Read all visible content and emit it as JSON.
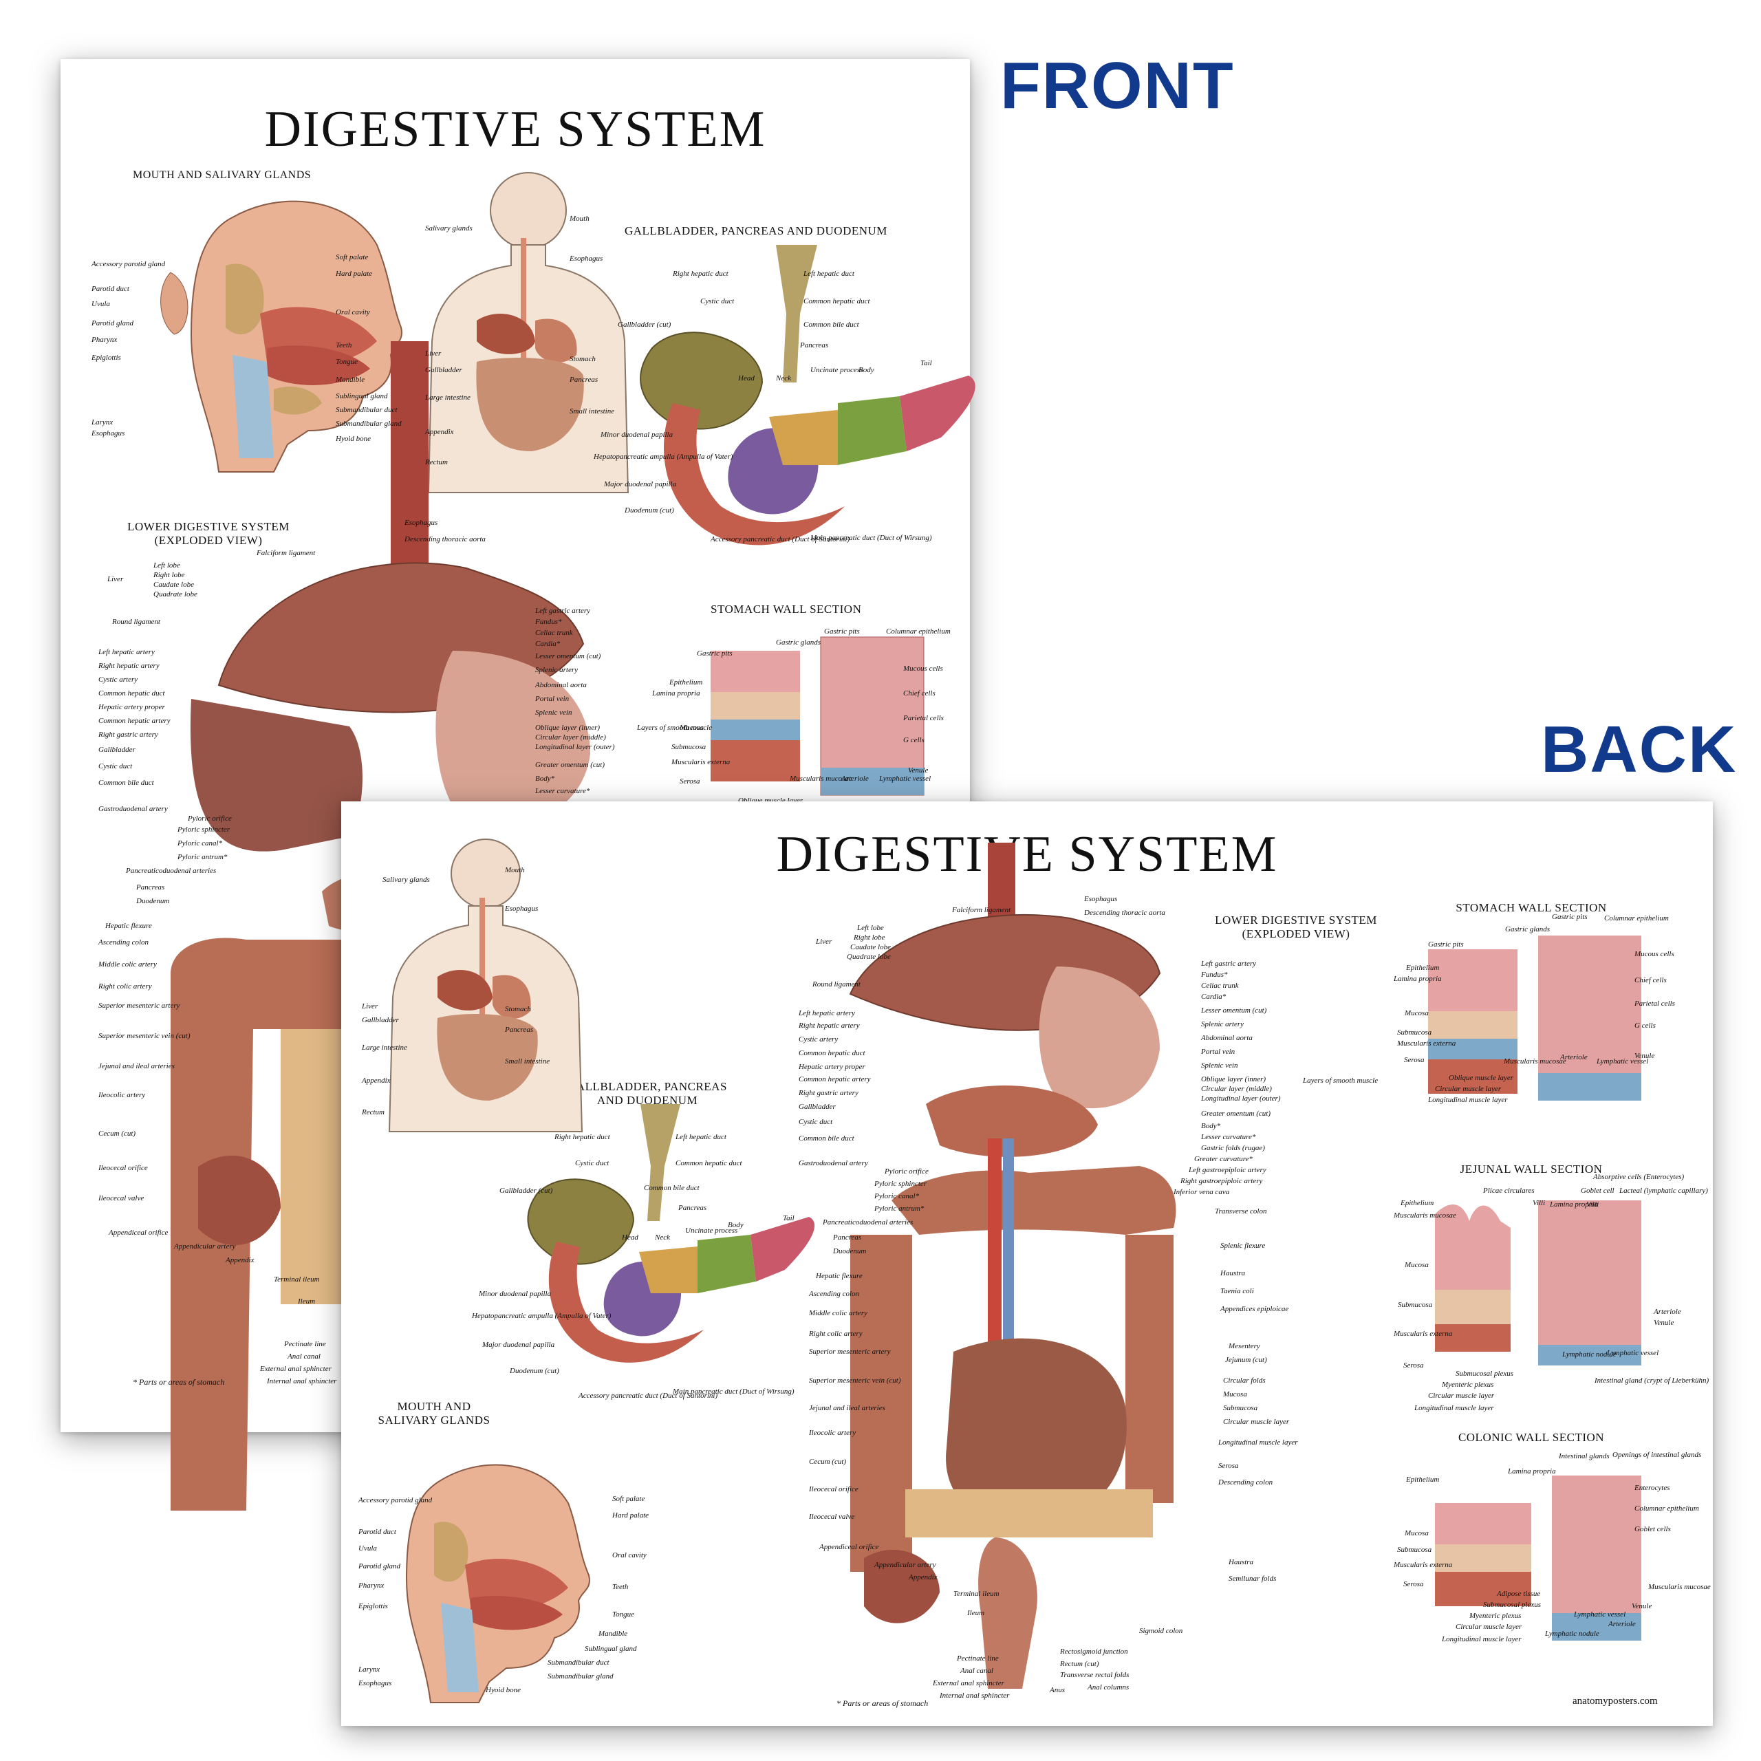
{
  "labels": {
    "front": "FRONT",
    "back": "BACK"
  },
  "front": {
    "title": "DIGESTIVE SYSTEM",
    "sections": {
      "mouth": "MOUTH AND SALIVARY GLANDS",
      "gallbladder": "GALLBLADDER, PANCREAS AND DUODENUM",
      "lower": "LOWER DIGESTIVE SYSTEM",
      "lower_sub": "(EXPLODED VIEW)",
      "stomach": "STOMACH WALL SECTION"
    },
    "mouth_left": [
      "Accessory parotid gland",
      "Parotid duct",
      "Uvula",
      "Parotid gland",
      "Pharynx",
      "Epiglottis",
      "Larynx",
      "Esophagus"
    ],
    "mouth_right": [
      "Soft palate",
      "Hard palate",
      "Oral cavity",
      "Teeth",
      "Tongue",
      "Mandible",
      "Sublingual gland",
      "Submandibular duct",
      "Submandibular gland",
      "Hyoid bone"
    ],
    "body_left": [
      "Salivary glands",
      "Liver",
      "Gallbladder",
      "Large intestine",
      "Appendix",
      "Rectum"
    ],
    "body_right": [
      "Mouth",
      "Esophagus",
      "Stomach",
      "Pancreas",
      "Small intestine"
    ],
    "gb_labels": [
      "Right hepatic duct",
      "Left hepatic duct",
      "Cystic duct",
      "Common hepatic duct",
      "Gallbladder (cut)",
      "Common bile duct",
      "Pancreas",
      "Head",
      "Neck",
      "Uncinate process",
      "Body",
      "Tail",
      "Minor duodenal papilla",
      "Hepatopancreatic ampulla (Ampulla of Vater)",
      "Major duodenal papilla",
      "Duodenum (cut)",
      "Accessory pancreatic duct (Duct of Santorini)",
      "Main pancreatic duct (Duct of Wirsung)"
    ],
    "lower_left": [
      "Left lobe",
      "Right lobe",
      "Caudate lobe",
      "Quadrate lobe",
      "Liver",
      "Falciform ligament",
      "Round ligament",
      "Left hepatic artery",
      "Right hepatic artery",
      "Cystic artery",
      "Common hepatic duct",
      "Hepatic artery proper",
      "Common hepatic artery",
      "Right gastric artery",
      "Gallbladder",
      "Cystic duct",
      "Common bile duct",
      "Gastroduodenal artery",
      "Pyloric orifice",
      "Pyloric sphincter",
      "Pyloric canal*",
      "Pyloric antrum*",
      "Pancreaticoduodenal arteries",
      "Pancreas",
      "Duodenum",
      "Hepatic flexure",
      "Ascending colon",
      "Middle colic artery",
      "Right colic artery",
      "Superior mesenteric artery",
      "Superior mesenteric vein (cut)",
      "Jejunal and ileal arteries",
      "Ileocolic artery",
      "Cecum (cut)",
      "Ileocecal orifice",
      "Ileocecal valve",
      "Appendiceal orifice",
      "Appendicular artery",
      "Appendix",
      "Terminal ileum",
      "Ileum",
      "Pectinate line",
      "Anal canal",
      "External anal sphincter",
      "Internal anal sphincter"
    ],
    "lower_right": [
      "Esophagus",
      "Descending thoracic aorta",
      "Left gastric artery",
      "Fundus*",
      "Celiac trunk",
      "Cardia*",
      "Lesser omentum (cut)",
      "Splenic artery",
      "Abdominal aorta",
      "Portal vein",
      "Splenic vein",
      "Oblique layer (inner)",
      "Circular layer (middle)",
      "Longitudinal layer (outer)",
      "Layers of smooth muscle",
      "Greater omentum (cut)",
      "Body*",
      "Lesser curvature*"
    ],
    "stomach_labels": [
      "Gastric pits",
      "Columnar epithelium",
      "Gastric glands",
      "Gastric pits",
      "Epithelium",
      "Lamina propria",
      "Mucous cells",
      "Chief cells",
      "Parietal cells",
      "G cells",
      "Mucosa",
      "Submucosa",
      "Muscularis externa",
      "Serosa",
      "Muscularis mucosae",
      "Arteriole",
      "Venule",
      "Lymphatic vessel",
      "Oblique muscle layer"
    ],
    "footnote": "* Parts or areas of stomach"
  },
  "back": {
    "title": "DIGESTIVE SYSTEM",
    "sections": {
      "lower": "LOWER DIGESTIVE SYSTEM",
      "lower_sub": "(EXPLODED VIEW)",
      "gallbladder": "GALLBLADDER, PANCREAS",
      "gallbladder_sub": "AND DUODENUM",
      "mouth": "MOUTH AND",
      "mouth_sub": "SALIVARY GLANDS",
      "stomach": "STOMACH WALL SECTION",
      "jejunal": "JEJUNAL WALL SECTION",
      "colonic": "COLONIC WALL SECTION"
    },
    "body_left": [
      "Salivary glands",
      "Liver",
      "Gallbladder",
      "Large intestine",
      "Appendix",
      "Rectum"
    ],
    "body_right": [
      "Mouth",
      "Esophagus",
      "Stomach",
      "Pancreas",
      "Small intestine"
    ],
    "gb_labels": [
      "Right hepatic duct",
      "Left hepatic duct",
      "Cystic duct",
      "Common hepatic duct",
      "Gallbladder (cut)",
      "Common bile duct",
      "Pancreas",
      "Head",
      "Neck",
      "Uncinate process",
      "Body",
      "Tail",
      "Minor duodenal papilla",
      "Hepatopancreatic ampulla (Ampulla of Vater)",
      "Major duodenal papilla",
      "Duodenum (cut)",
      "Accessory pancreatic duct (Duct of Santorini)",
      "Main pancreatic duct (Duct of Wirsung)"
    ],
    "mouth_left": [
      "Accessory parotid gland",
      "Parotid duct",
      "Uvula",
      "Parotid gland",
      "Pharynx",
      "Epiglottis",
      "Larynx",
      "Esophagus"
    ],
    "mouth_right": [
      "Soft palate",
      "Hard palate",
      "Oral cavity",
      "Teeth",
      "Tongue",
      "Mandible",
      "Sublingual gland",
      "Submandibular duct",
      "Submandibular gland",
      "Hyoid bone"
    ],
    "lower_left": [
      "Left lobe",
      "Right lobe",
      "Caudate lobe",
      "Quadrate lobe",
      "Liver",
      "Falciform ligament",
      "Round ligament",
      "Left hepatic artery",
      "Right hepatic artery",
      "Cystic artery",
      "Common hepatic duct",
      "Hepatic artery proper",
      "Common hepatic artery",
      "Right gastric artery",
      "Gallbladder",
      "Cystic duct",
      "Common bile duct",
      "Gastroduodenal artery",
      "Pyloric orifice",
      "Pyloric sphincter",
      "Pyloric canal*",
      "Pyloric antrum*",
      "Pancreaticoduodenal arteries",
      "Pancreas",
      "Duodenum",
      "Hepatic flexure",
      "Ascending colon",
      "Middle colic artery",
      "Right colic artery",
      "Superior mesenteric artery",
      "Superior mesenteric vein (cut)",
      "Jejunal and ileal arteries",
      "Ileocolic artery",
      "Cecum (cut)",
      "Ileocecal orifice",
      "Ileocecal valve",
      "Appendiceal orifice",
      "Appendicular artery",
      "Appendix",
      "Terminal ileum",
      "Ileum",
      "Pectinate line",
      "Anal canal",
      "External anal sphincter",
      "Internal anal sphincter",
      "Anus"
    ],
    "lower_right": [
      "Esophagus",
      "Descending thoracic aorta",
      "Left gastric artery",
      "Fundus*",
      "Celiac trunk",
      "Cardia*",
      "Lesser omentum (cut)",
      "Splenic artery",
      "Abdominal aorta",
      "Portal vein",
      "Splenic vein",
      "Oblique layer (inner)",
      "Circular layer (middle)",
      "Longitudinal layer (outer)",
      "Layers of smooth muscle",
      "Greater omentum (cut)",
      "Body*",
      "Lesser curvature*",
      "Gastric folds (rugae)",
      "Greater curvature*",
      "Left gastroepiploic artery",
      "Right gastroepiploic artery",
      "Inferior vena cava",
      "Transverse colon",
      "Splenic flexure",
      "Haustra",
      "Taenia coli",
      "Appendices epiploicae",
      "Mesentery",
      "Jejunum (cut)",
      "Circular folds",
      "Mucosa",
      "Submucosa",
      "Circular muscle layer",
      "Longitudinal muscle layer",
      "Serosa",
      "Descending colon",
      "Sigmoid colon",
      "Haustra",
      "Semilunar folds",
      "Rectosigmoid junction",
      "Rectum (cut)",
      "Transverse rectal folds",
      "Anal columns"
    ],
    "stomach_labels": [
      "Gastric pits",
      "Columnar epithelium",
      "Gastric glands",
      "Gastric pits",
      "Epithelium",
      "Lamina propria",
      "Mucous cells",
      "Chief cells",
      "Parietal cells",
      "G cells",
      "Mucosa",
      "Submucosa",
      "Muscularis externa",
      "Serosa",
      "Muscularis mucosae",
      "Arteriole",
      "Venule",
      "Lymphatic vessel",
      "Oblique muscle layer",
      "Circular muscle layer",
      "Longitudinal muscle layer"
    ],
    "jejunal_labels": [
      "Absorptive cells (Enterocytes)",
      "Plicae circulares",
      "Goblet cell",
      "Lacteal (lymphatic capillary)",
      "Epithelium",
      "Villi",
      "Lamina propria",
      "Villi",
      "Muscularis mucosae",
      "Mucosa",
      "Submucosa",
      "Muscularis externa",
      "Serosa",
      "Arteriole",
      "Venule",
      "Lymphatic nodule",
      "Lymphatic vessel",
      "Submucosal plexus",
      "Myenteric plexus",
      "Intestinal gland (crypt of Lieberkühn)",
      "Circular muscle layer",
      "Longitudinal muscle layer"
    ],
    "colonic_labels": [
      "Intestinal glands",
      "Openings of intestinal glands",
      "Lamina propria",
      "Epithelium",
      "Enterocytes",
      "Columnar epithelium",
      "Goblet cells",
      "Mucosa",
      "Submucosa",
      "Muscularis externa",
      "Serosa",
      "Adipose tissue",
      "Submucosal plexus",
      "Myenteric plexus",
      "Circular muscle layer",
      "Longitudinal muscle layer",
      "Lymphatic vessel",
      "Lymphatic nodule",
      "Venule",
      "Muscularis mucosae",
      "Arteriole"
    ],
    "footnote": "* Parts or areas of stomach",
    "website": "anatomyposters.com"
  }
}
